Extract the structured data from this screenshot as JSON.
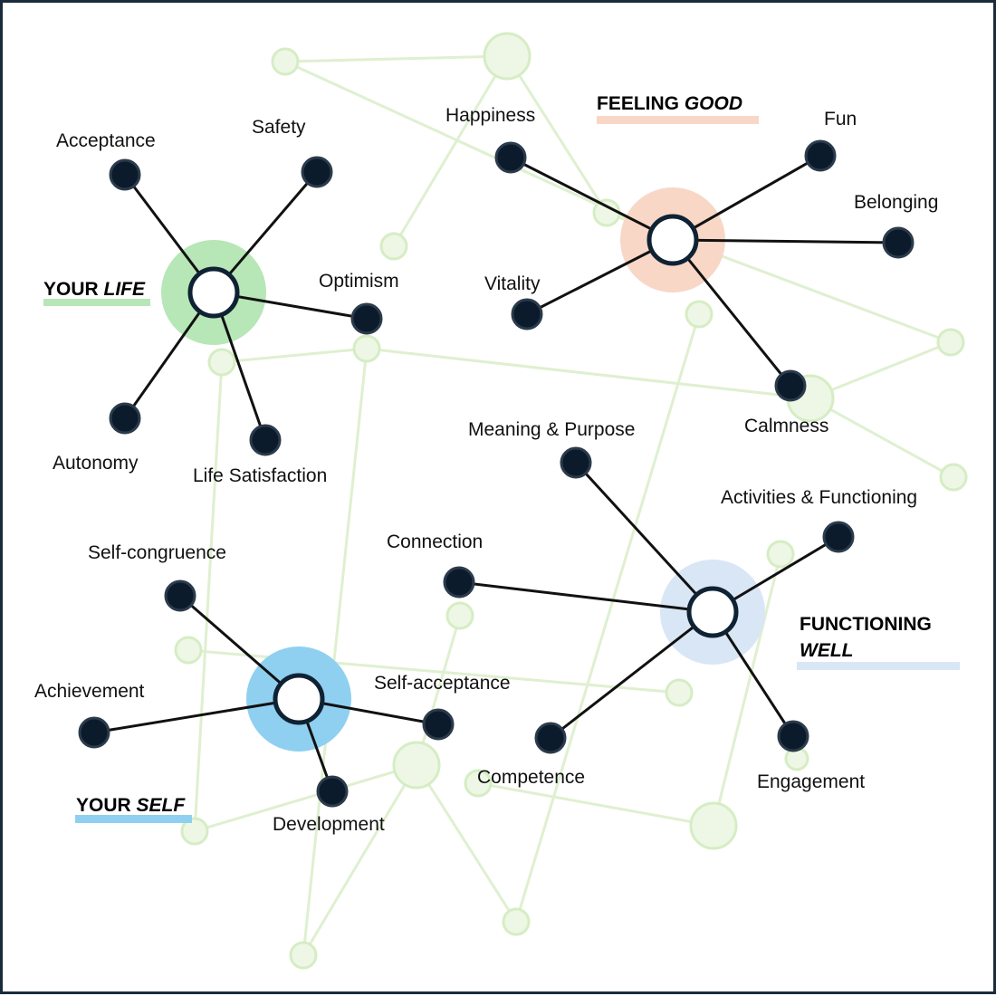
{
  "colors": {
    "border": "#1b2b3a",
    "background_network": "#cdeab8",
    "spoke_line": "#111111",
    "leaf_node": "#0b1b2b",
    "hub_stroke": "#0f2233",
    "your_life": "#b7e6b7",
    "feeling_good": "#f8d7c7",
    "your_self": "#8fd0f1",
    "functioning_well": "#d9e6f6"
  },
  "groups": {
    "your_life": {
      "title_plain": "YOUR ",
      "title_em": "LIFE",
      "nodes": [
        "Acceptance",
        "Safety",
        "Optimism",
        "Life Satisfaction",
        "Autonomy"
      ]
    },
    "feeling_good": {
      "title_plain": "FEELING ",
      "title_em": "GOOD",
      "nodes": [
        "Happiness",
        "Fun",
        "Belonging",
        "Calmness",
        "Vitality"
      ]
    },
    "your_self": {
      "title_plain": "YOUR ",
      "title_em": "SELF",
      "nodes": [
        "Self-congruence",
        "Self-acceptance",
        "Development",
        "Achievement"
      ]
    },
    "functioning_well": {
      "title_line1": "FUNCTIONING",
      "title_line2_em": "WELL",
      "nodes": [
        "Meaning & Purpose",
        "Activities & Functioning",
        "Engagement",
        "Competence",
        "Connection"
      ]
    }
  }
}
